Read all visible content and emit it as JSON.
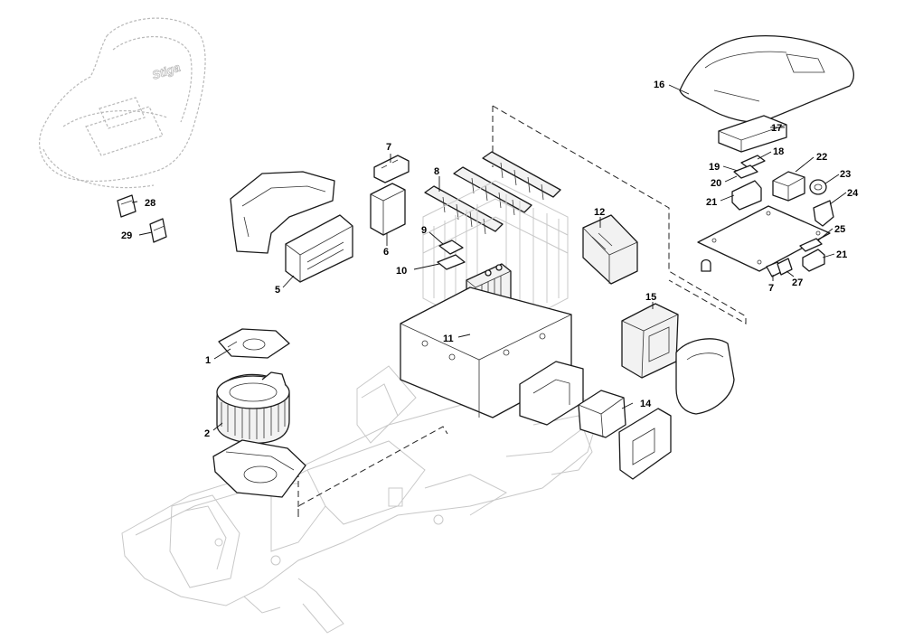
{
  "callouts": [
    {
      "id": "c1",
      "text": "1"
    },
    {
      "id": "c2",
      "text": "2"
    },
    {
      "id": "c5",
      "text": "5"
    },
    {
      "id": "c6",
      "text": "6"
    },
    {
      "id": "c7a",
      "text": "7"
    },
    {
      "id": "c7b",
      "text": "7"
    },
    {
      "id": "c8",
      "text": "8"
    },
    {
      "id": "c9",
      "text": "9"
    },
    {
      "id": "c10",
      "text": "10"
    },
    {
      "id": "c11",
      "text": "11"
    },
    {
      "id": "c12",
      "text": "12"
    },
    {
      "id": "c14",
      "text": "14"
    },
    {
      "id": "c15",
      "text": "15"
    },
    {
      "id": "c16",
      "text": "16"
    },
    {
      "id": "c17",
      "text": "17"
    },
    {
      "id": "c18",
      "text": "18"
    },
    {
      "id": "c19",
      "text": "19"
    },
    {
      "id": "c20",
      "text": "20"
    },
    {
      "id": "c21a",
      "text": "21"
    },
    {
      "id": "c21b",
      "text": "21"
    },
    {
      "id": "c22",
      "text": "22"
    },
    {
      "id": "c23",
      "text": "23"
    },
    {
      "id": "c24",
      "text": "24"
    },
    {
      "id": "c25",
      "text": "25"
    },
    {
      "id": "c27",
      "text": "27"
    },
    {
      "id": "c28",
      "text": "28"
    },
    {
      "id": "c29",
      "text": "29"
    }
  ],
  "seat_logo": "Stiga",
  "colors": {
    "line": "#1a1a1a",
    "ghost": "#b9b9b9",
    "background": "#ffffff"
  }
}
